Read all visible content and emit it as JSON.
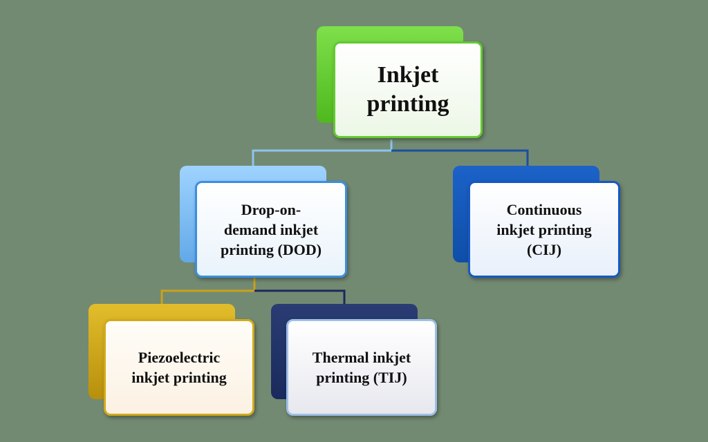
{
  "diagram": {
    "root": {
      "label_line1": "Inkjet",
      "label_line2": "printing",
      "color": "#4fb81f"
    },
    "dod": {
      "label_line1": "Drop-on-",
      "label_line2": "demand inkjet",
      "label_line3": "printing (DOD)",
      "color": "#3b8fe0"
    },
    "cij": {
      "label_line1": "Continuous",
      "label_line2": "inkjet printing",
      "label_line3": "(CIJ)",
      "color": "#1559c4"
    },
    "piezo": {
      "label_line1": "Piezoelectric",
      "label_line2": "inkjet printing",
      "color": "#d2a91a"
    },
    "tij": {
      "label_line1": "Thermal inkjet",
      "label_line2": "printing (TIJ)",
      "color": "#1a2a5c"
    },
    "edges": [
      {
        "from": "Inkjet printing",
        "to": "Drop-on-demand inkjet printing (DOD)"
      },
      {
        "from": "Inkjet printing",
        "to": "Continuous inkjet printing (CIJ)"
      },
      {
        "from": "Drop-on-demand inkjet printing (DOD)",
        "to": "Piezoelectric inkjet printing"
      },
      {
        "from": "Drop-on-demand inkjet printing (DOD)",
        "to": "Thermal inkjet printing (TIJ)"
      }
    ]
  }
}
